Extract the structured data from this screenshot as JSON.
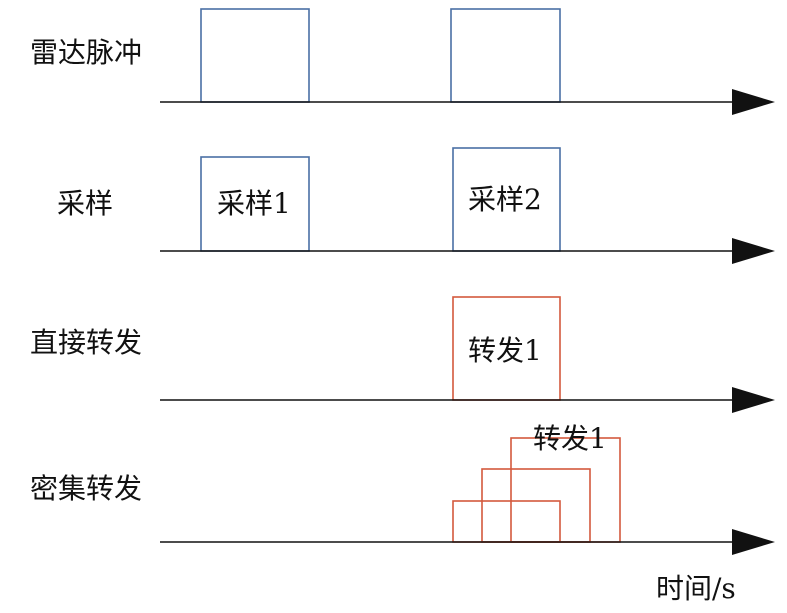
{
  "rows": [
    {
      "label": "雷达脉冲"
    },
    {
      "label": "采样",
      "pulse_labels": [
        "采样1",
        "采样2"
      ]
    },
    {
      "label": "直接转发",
      "pulse_labels": [
        "转发1"
      ]
    },
    {
      "label": "密集转发",
      "pulse_labels": [
        "转发1"
      ]
    }
  ],
  "axis": {
    "label": "时间/s"
  },
  "colors": {
    "signal": "#4a6fa5",
    "jamming": "#d4593d",
    "axis": "#111111"
  }
}
